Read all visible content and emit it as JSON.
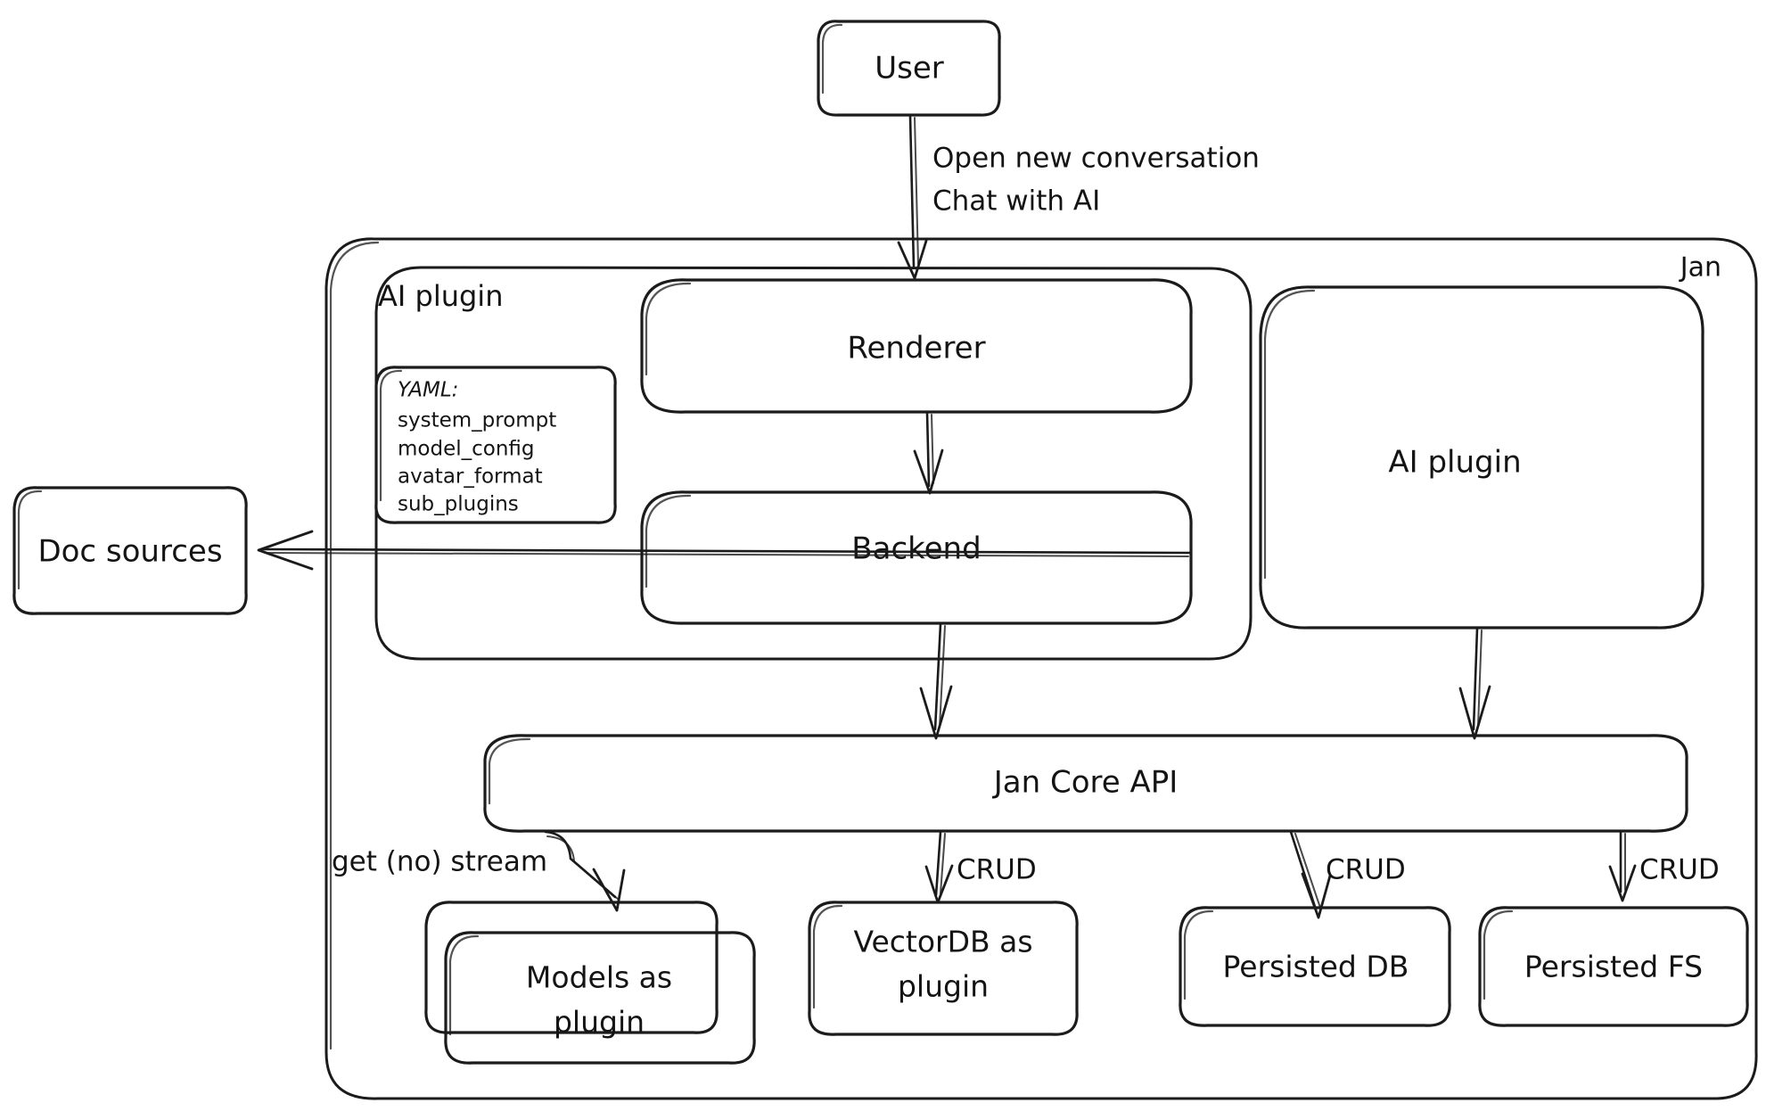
{
  "diagram": {
    "title": "Jan architecture diagram",
    "style": "hand-drawn",
    "stroke_color": "#1b1b1b",
    "background_color": "#ffffff"
  },
  "actors": {
    "user": "User",
    "doc_sources": "Doc sources"
  },
  "containers": {
    "jan": {
      "label": "Jan"
    },
    "ai_plugin_group": {
      "label": "AI plugin"
    }
  },
  "nodes": {
    "renderer": "Renderer",
    "backend": "Backend",
    "ai_plugin_right": "AI plugin",
    "jan_core_api": "Jan Core API",
    "models": "Models as plugin",
    "vectordb": "VectorDB as plugin",
    "persisted_db": "Persisted DB",
    "persisted_fs": "Persisted FS"
  },
  "yaml_card": {
    "header": "YAML:",
    "keys": [
      "system_prompt",
      "model_config",
      "avatar_format",
      "sub_plugins"
    ]
  },
  "edge_labels": {
    "user_to_renderer_line1": "Open new conversation",
    "user_to_renderer_line2": "Chat with AI",
    "core_to_models": "get (no) stream",
    "core_to_vectordb": "CRUD",
    "core_to_persisted_db": "CRUD",
    "core_to_persisted_fs": "CRUD"
  }
}
